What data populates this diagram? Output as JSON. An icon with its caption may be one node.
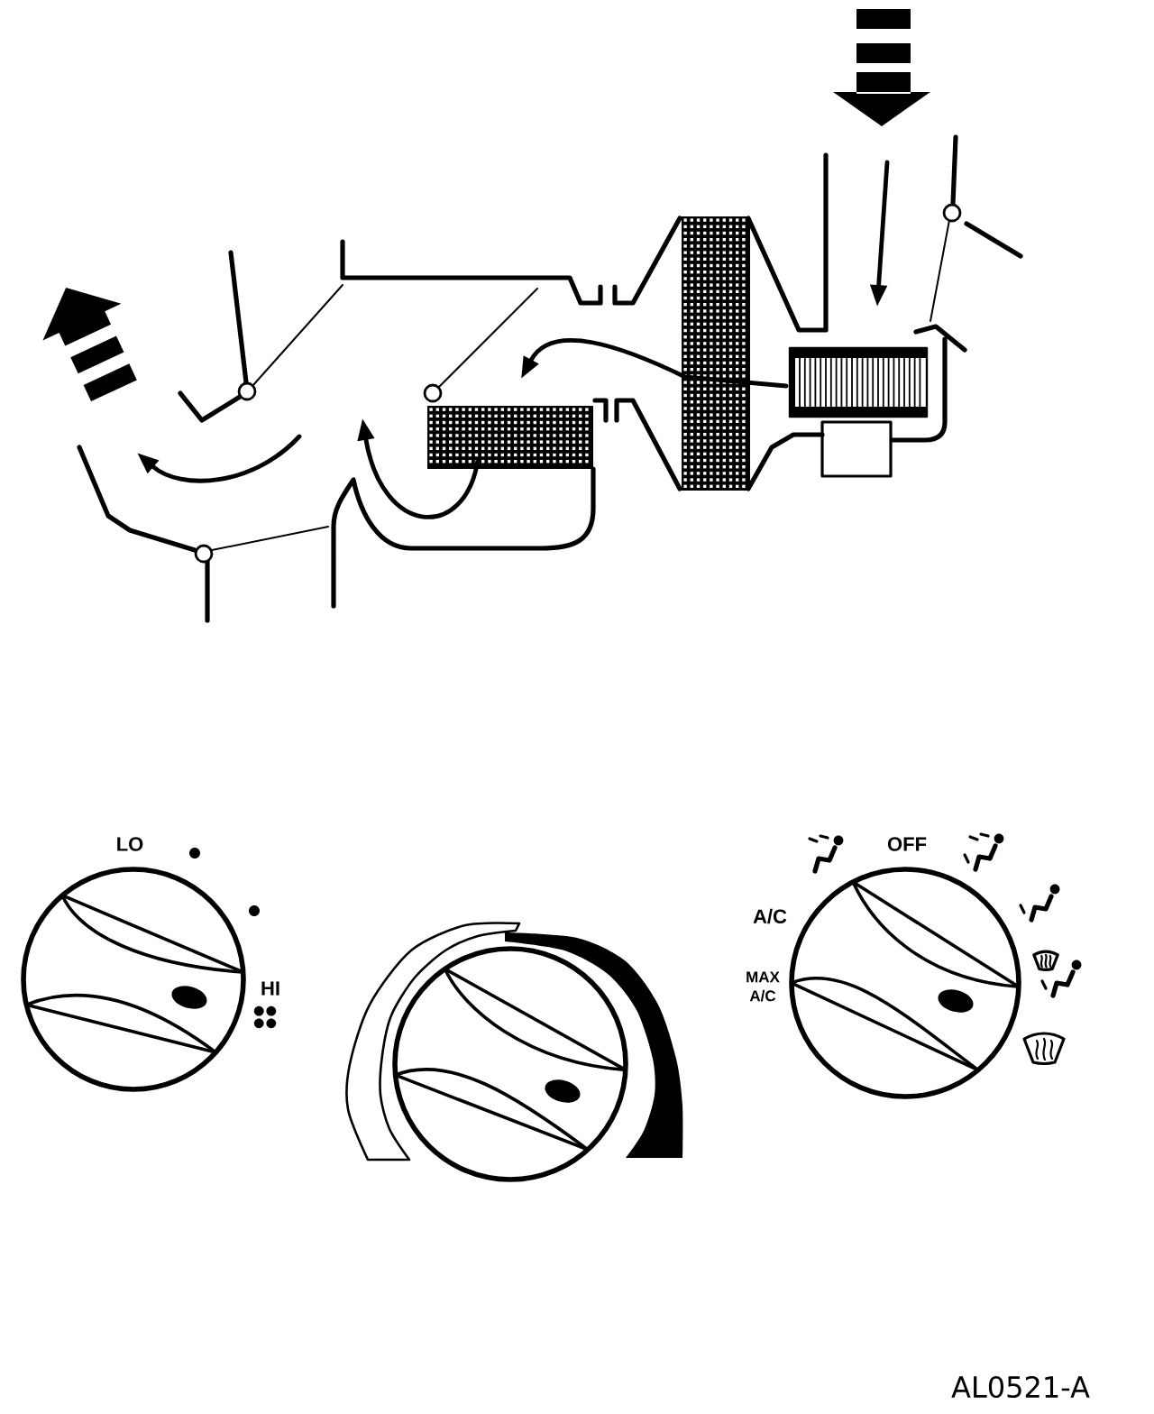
{
  "diagram": {
    "labels": [
      "LO",
      "HI",
      "OFF",
      "A/C",
      "MAX A/C",
      "AL0521-A"
    ]
  }
}
